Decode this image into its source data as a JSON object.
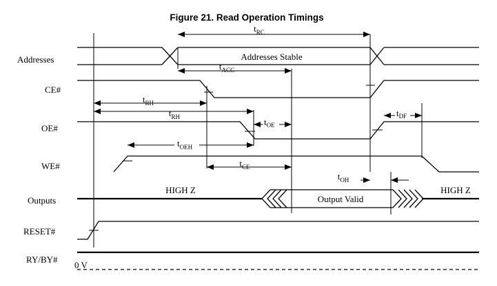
{
  "figure": {
    "title": "Figure 21.  Read Operation Timings"
  },
  "signals": {
    "addresses": "Addresses",
    "ce": "CE#",
    "oe": "OE#",
    "we": "WE#",
    "outputs": "Outputs",
    "reset": "RESET#",
    "rybyn": "RY/BY#"
  },
  "bus_labels": {
    "addresses_stable": "Addresses Stable",
    "output_valid": "Output Valid",
    "high_z_left": "HIGH Z",
    "high_z_right": "HIGH Z",
    "zero_v": "0 V"
  },
  "timing_params": {
    "trc": {
      "base": "t",
      "sub": "RC"
    },
    "tacc": {
      "base": "t",
      "sub": "ACC"
    },
    "trh1": {
      "base": "t",
      "sub": "RH"
    },
    "trh2": {
      "base": "t",
      "sub": "RH"
    },
    "toe": {
      "base": "t",
      "sub": "OE"
    },
    "tdf": {
      "base": "t",
      "sub": "DF"
    },
    "toeh": {
      "base": "t",
      "sub": "OEH"
    },
    "tce": {
      "base": "t",
      "sub": "CE"
    },
    "toh": {
      "base": "t",
      "sub": "OH"
    }
  }
}
